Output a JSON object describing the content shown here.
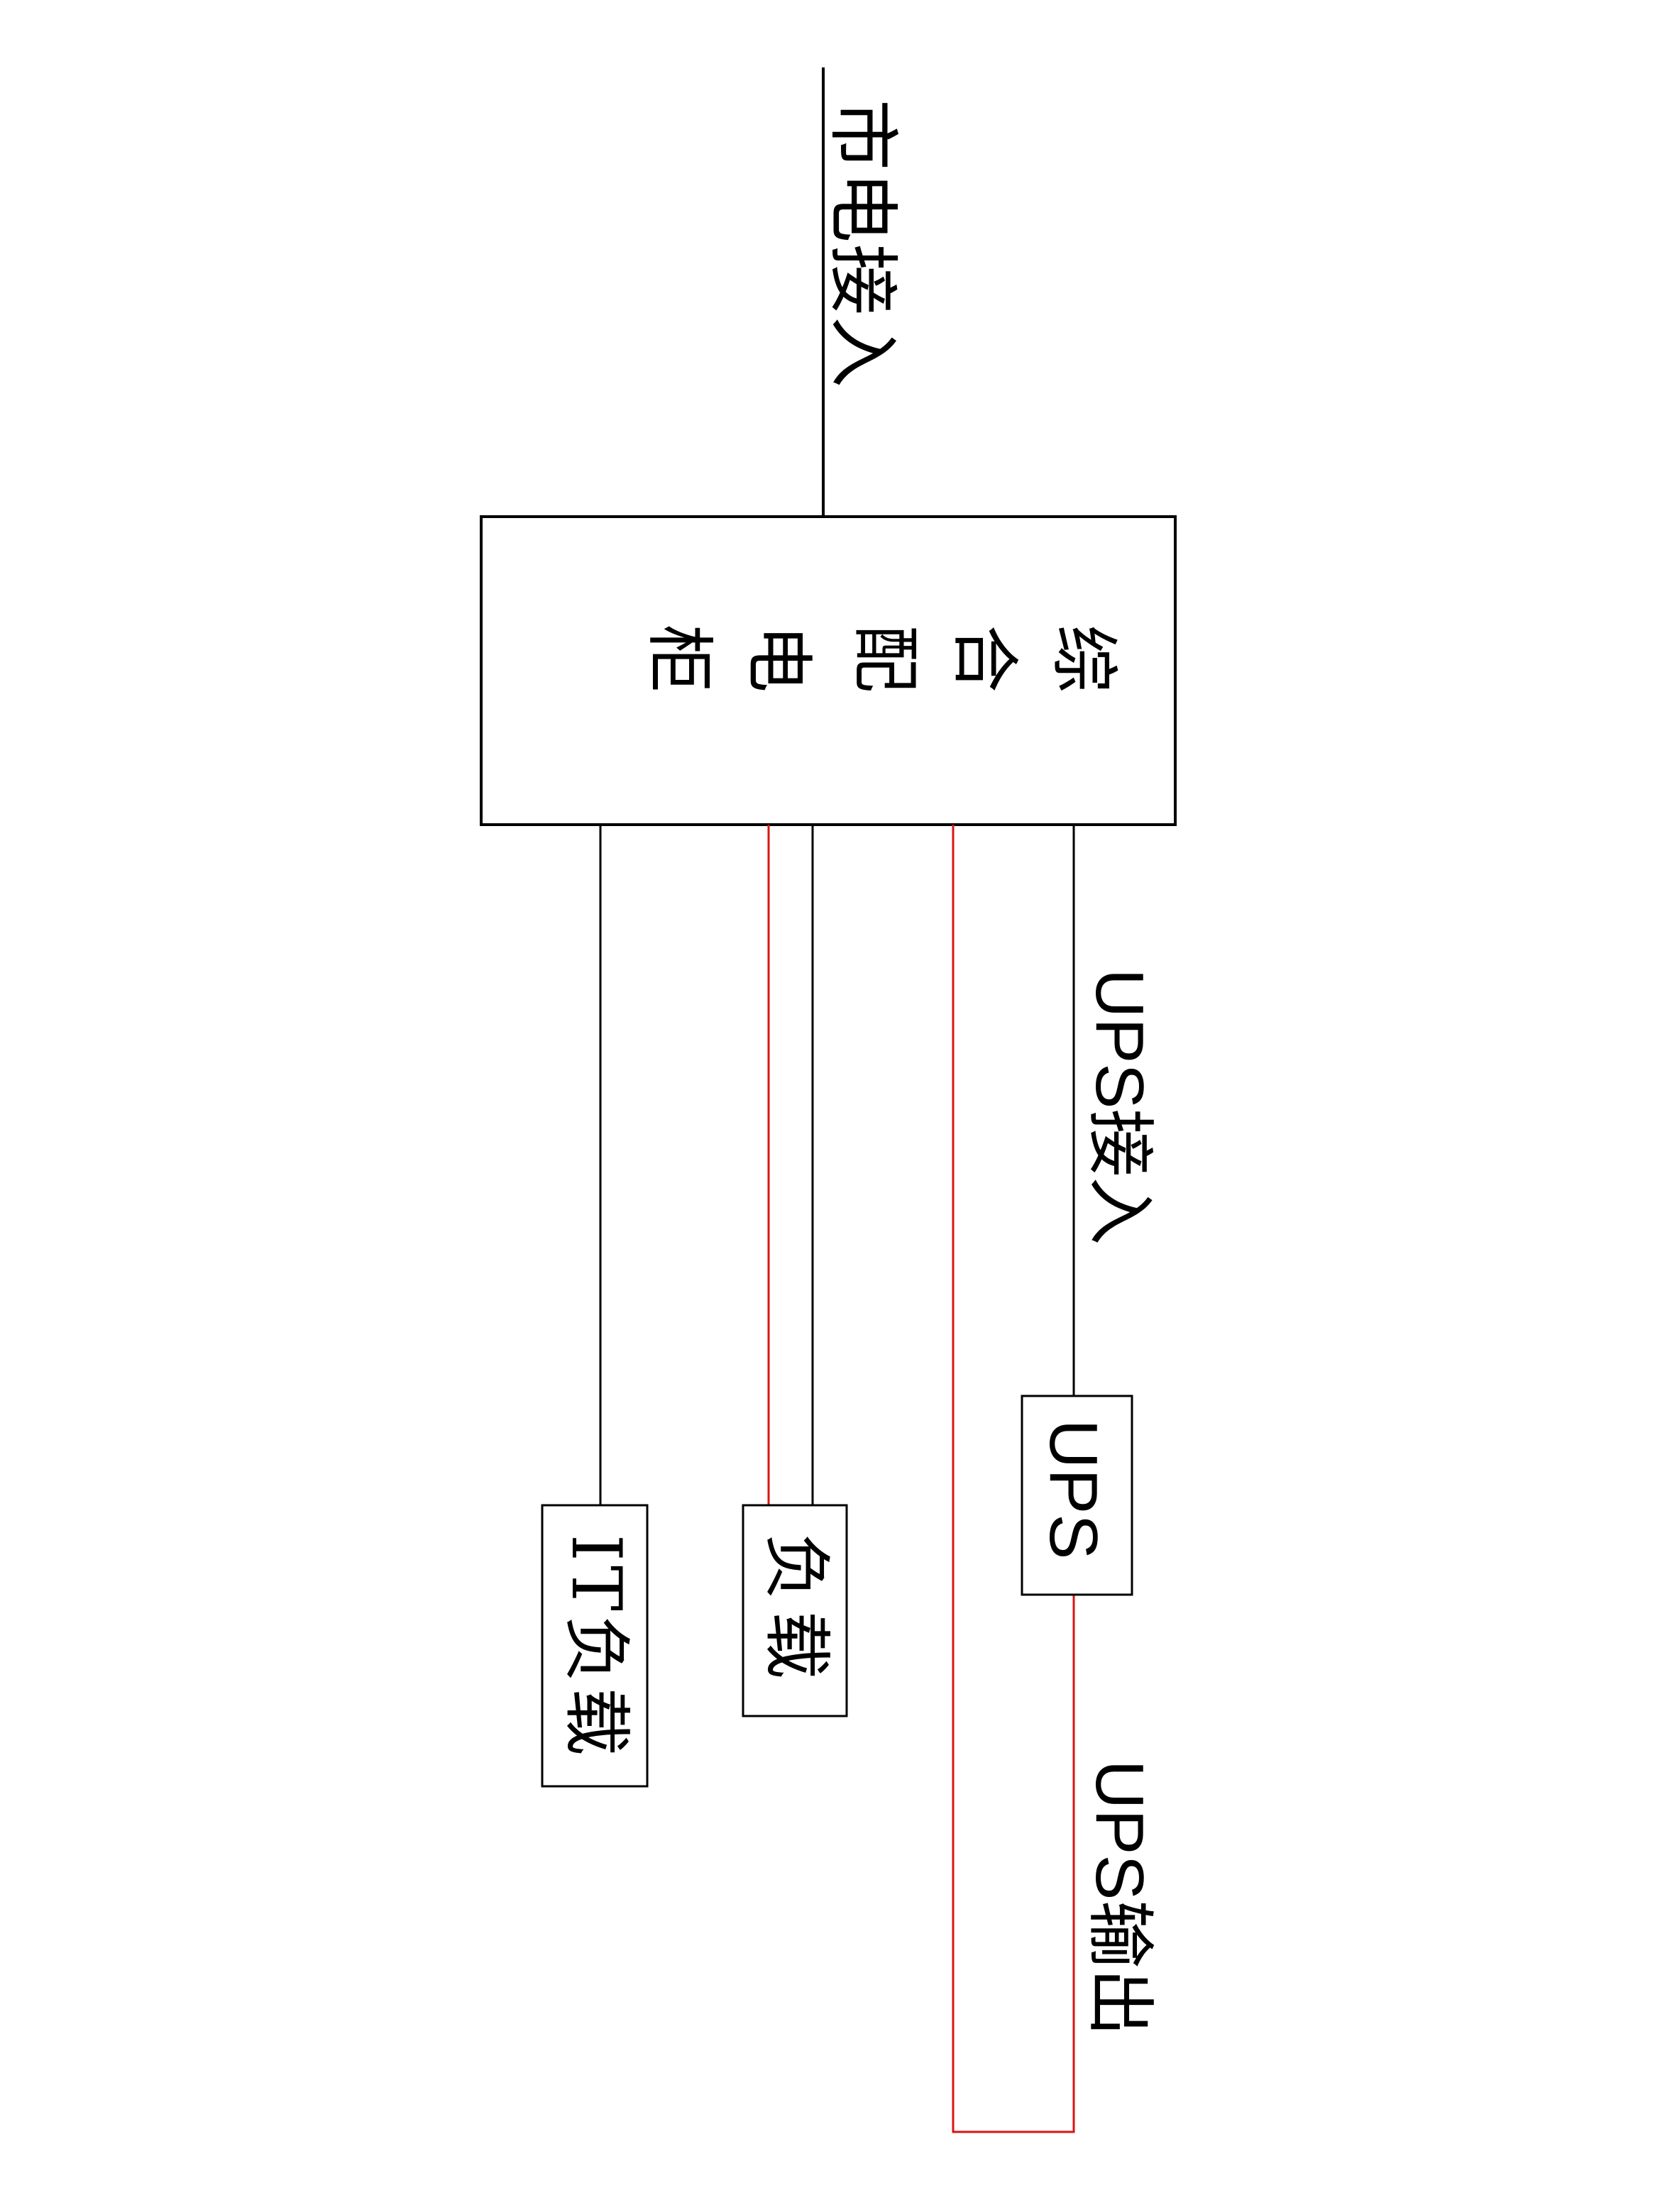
{
  "colors": {
    "line": "#000000",
    "ups_output": "#d91515",
    "background": "#ffffff"
  },
  "labels": {
    "mains_input": "市电接入",
    "main_cabinet": [
      "综",
      "合",
      "配",
      "电",
      "柜"
    ],
    "ups_input": "UPS接入",
    "ups_box": "UPS",
    "ups_output": "UPS输出",
    "load_box": "负载",
    "it_load_box": "IT负载"
  },
  "orientation": "rotated 90deg clockwise"
}
